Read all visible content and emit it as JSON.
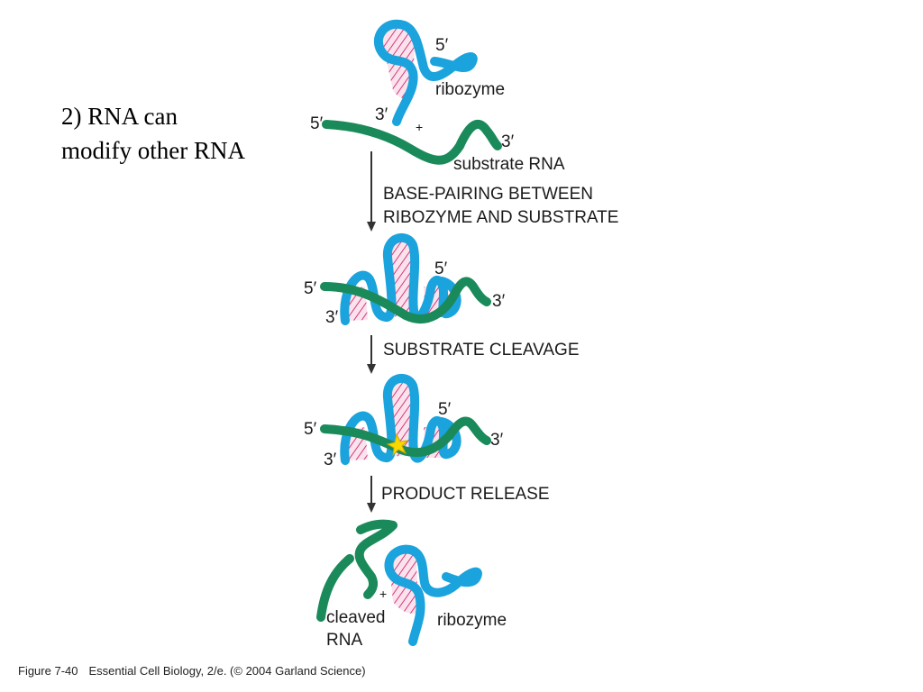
{
  "heading": {
    "line1": "2) RNA can",
    "line2": "modify other RNA"
  },
  "colors": {
    "ribozyme": "#1aa3dc",
    "substrate": "#1a8a5a",
    "pairing_hatch": "#d4387a",
    "cleavage_star": "#f7d800",
    "arrow": "#333333"
  },
  "panel1": {
    "ribozyme_label": "ribozyme",
    "ribozyme_five": "5′",
    "ribozyme_three": "3′",
    "plus": "+",
    "substrate_five": "5′",
    "substrate_three": "3′",
    "substrate_label": "substrate RNA"
  },
  "step1": {
    "line1": "BASE-PAIRING BETWEEN",
    "line2": "RIBOZYME AND SUBSTRATE"
  },
  "panel2": {
    "five_top": "5′",
    "five_left": "5′",
    "three_right": "3′",
    "three_bottom": "3′"
  },
  "step2": {
    "label": "SUBSTRATE CLEAVAGE"
  },
  "panel3": {
    "five_top": "5′",
    "five_left": "5′",
    "three_right": "3′",
    "three_bottom": "3′"
  },
  "step3": {
    "label": "PRODUCT RELEASE"
  },
  "panel4": {
    "plus": "+",
    "cleaved_line1": "cleaved",
    "cleaved_line2": "RNA",
    "ribozyme_label": "ribozyme"
  },
  "caption": {
    "figure": "Figure 7-40",
    "text": "Essential Cell Biology, 2/e. (© 2004 Garland Science)"
  }
}
